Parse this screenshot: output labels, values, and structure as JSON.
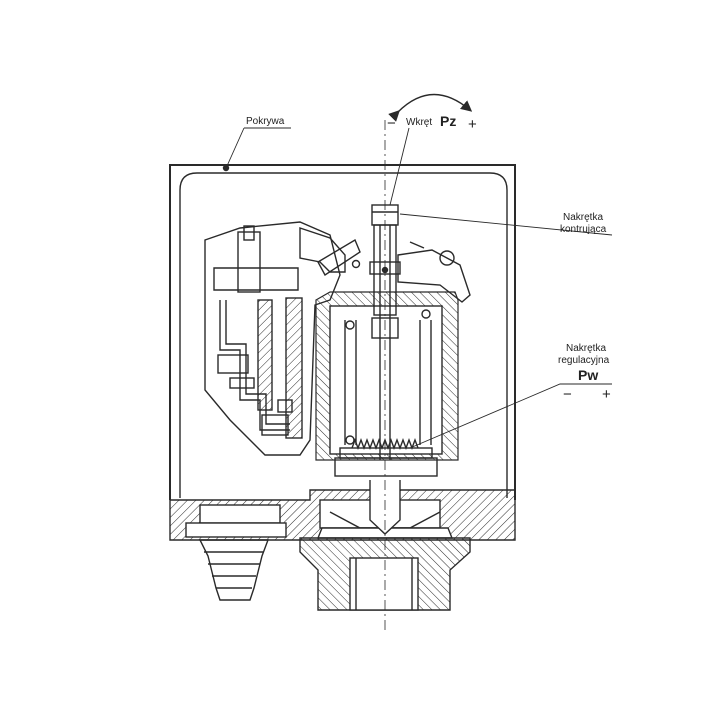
{
  "labels": {
    "cover": "Pokrywa",
    "screw_prefix": "Wkręt",
    "screw_code": "Pz",
    "screw_minus": "−",
    "screw_plus": "+",
    "locknut_line1": "Nakrętka",
    "locknut_line2": "kontrująca",
    "adjnut_line1": "Nakrętka",
    "adjnut_line2": "regulacyjna",
    "adjnut_code": "Pw",
    "adj_minus": "−",
    "adj_plus": "+"
  },
  "colors": {
    "line": "#2a2a2a",
    "background": "#ffffff"
  }
}
